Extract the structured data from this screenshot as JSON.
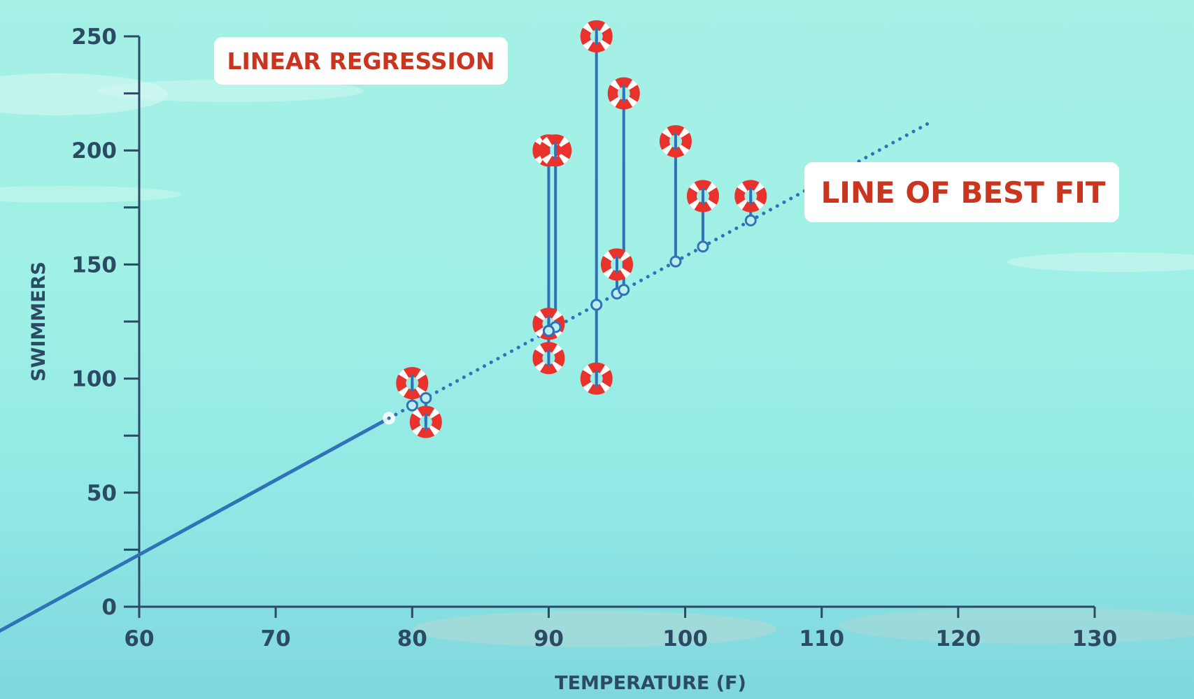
{
  "chart_data": {
    "type": "scatter",
    "title": "LINEAR REGRESSION",
    "annotation": "LINE OF BEST FIT",
    "xlabel": "TEMPERATURE (F)",
    "ylabel": "SWIMMERS",
    "xlim": [
      60,
      130
    ],
    "ylim": [
      0,
      250
    ],
    "xticks": [
      60,
      70,
      80,
      90,
      100,
      110,
      120,
      130
    ],
    "yticks": [
      0,
      50,
      100,
      150,
      200,
      250
    ],
    "yticks_minor": [
      25,
      75,
      125,
      175,
      225
    ],
    "grid": false,
    "points": [
      {
        "x": 80.0,
        "y": 98
      },
      {
        "x": 81.0,
        "y": 81
      },
      {
        "x": 90.0,
        "y": 200
      },
      {
        "x": 90.5,
        "y": 200
      },
      {
        "x": 90.0,
        "y": 124
      },
      {
        "x": 90.0,
        "y": 109
      },
      {
        "x": 93.5,
        "y": 250
      },
      {
        "x": 93.5,
        "y": 100
      },
      {
        "x": 95.0,
        "y": 150
      },
      {
        "x": 95.5,
        "y": 225
      },
      {
        "x": 99.3,
        "y": 204
      },
      {
        "x": 101.3,
        "y": 180
      },
      {
        "x": 104.8,
        "y": 180
      }
    ],
    "fit_line": {
      "slope": 3.27,
      "intercept": -173.4
    },
    "colors": {
      "ring_red": "#e8322b",
      "ring_white": "#ffffff",
      "line_blue": "#2f72b8",
      "axis": "#2c4a63",
      "title_red": "#c9351f"
    }
  }
}
